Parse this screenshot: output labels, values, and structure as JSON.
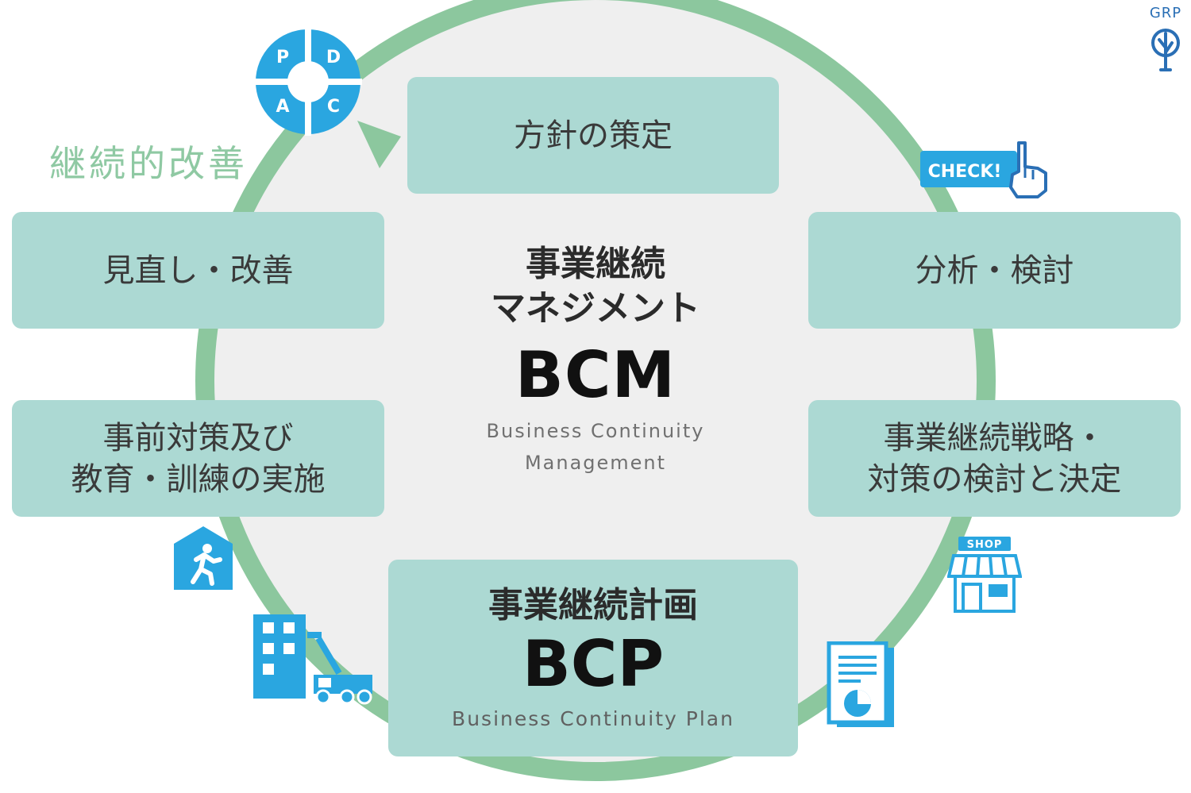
{
  "colors": {
    "box_fill": "#acd9d3",
    "cycle_ring": "#8cc79e",
    "center_disc": "#efefef",
    "icon_blue": "#2aa6e0",
    "logo_blue": "#2a6fb5"
  },
  "logo": {
    "text": "GRP",
    "icon": "tree-icon"
  },
  "continuous_improvement": "継続的改善",
  "pdca": {
    "icon": "pdca-cycle-icon",
    "letters": [
      "P",
      "D",
      "C",
      "A"
    ]
  },
  "check_badge": {
    "label": "CHECK!",
    "icon": "pointing-hand-icon"
  },
  "steps": {
    "policy": "方針の策定",
    "analysis": "分析・検討",
    "strategy_line1": "事業継続戦略・",
    "strategy_line2": "対策の検討と決定",
    "measures_line1": "事前対策及び",
    "measures_line2": "教育・訓練の実施",
    "review": "見直し・改善"
  },
  "center": {
    "title_line1": "事業継続",
    "title_line2": "マネジメント",
    "abbr": "BCM",
    "en_line1": "Business Continuity",
    "en_line2": "Management"
  },
  "bcp": {
    "title": "事業継続計画",
    "abbr": "BCP",
    "en": "Business Continuity Plan"
  },
  "icons": {
    "shop": {
      "name": "shop-icon",
      "label": "SHOP"
    },
    "document": "document-chart-icon",
    "building": "building-crane-icon",
    "evacuation": "emergency-exit-icon"
  }
}
